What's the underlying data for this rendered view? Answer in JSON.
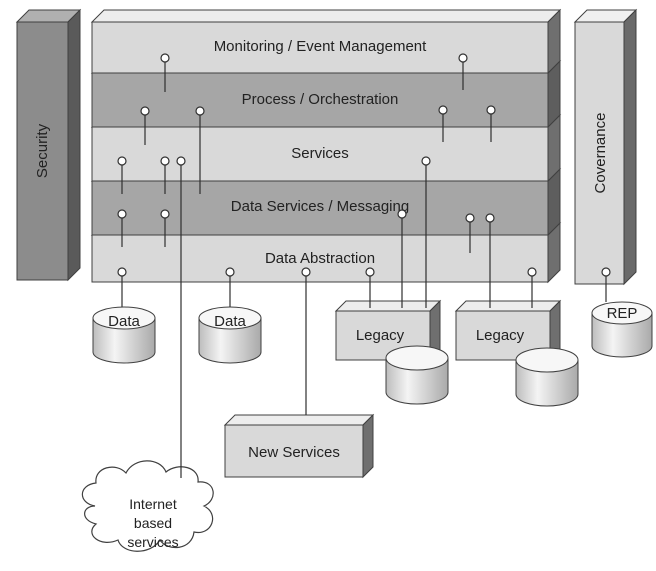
{
  "layers": [
    {
      "label": "Monitoring / Event Management",
      "shade": "light"
    },
    {
      "label": "Process / Orchestration",
      "shade": "dark"
    },
    {
      "label": "Services",
      "shade": "light"
    },
    {
      "label": "Data Services / Messaging",
      "shade": "dark"
    },
    {
      "label": "Data Abstraction",
      "shade": "light"
    }
  ],
  "left_pillar": {
    "label": "Security"
  },
  "right_pillar": {
    "label": "Covernance"
  },
  "datastores": {
    "data_1": "Data",
    "data_2": "Data",
    "rep": "REP"
  },
  "legacy_systems": [
    "Legacy",
    "Legacy"
  ],
  "new_services": "New Services",
  "cloud": {
    "lines": [
      "Internet",
      "based",
      "services"
    ]
  },
  "colors": {
    "light_layer": "#d9d9d9",
    "dark_layer": "#a6a6a6",
    "pillar": "#8c8c8c",
    "box": "#d9d9d9",
    "outline": "#404040",
    "line": "#303030"
  }
}
